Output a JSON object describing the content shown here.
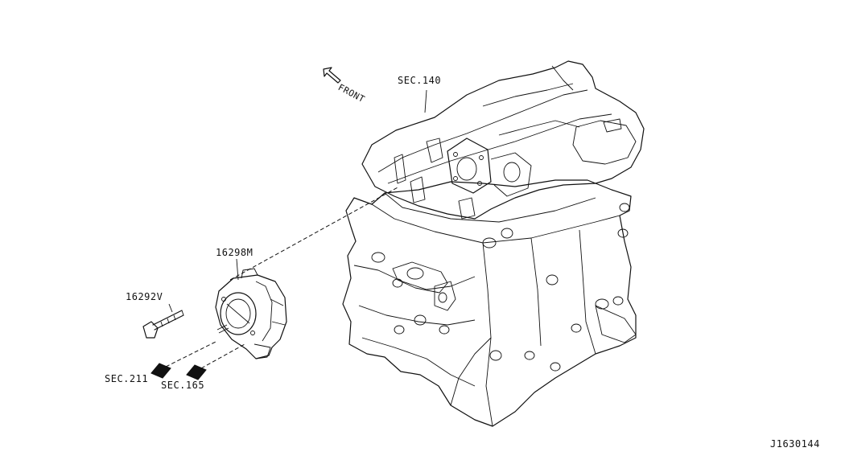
{
  "labels": {
    "front": "FRONT",
    "sec140": "SEC.140",
    "part_throttle": "16298M",
    "part_bolt": "16292V",
    "sec211": "SEC.211",
    "sec165": "SEC.165",
    "drawing_id": "J1630144"
  },
  "colors": {
    "ink": "#111111",
    "background": "#ffffff"
  }
}
